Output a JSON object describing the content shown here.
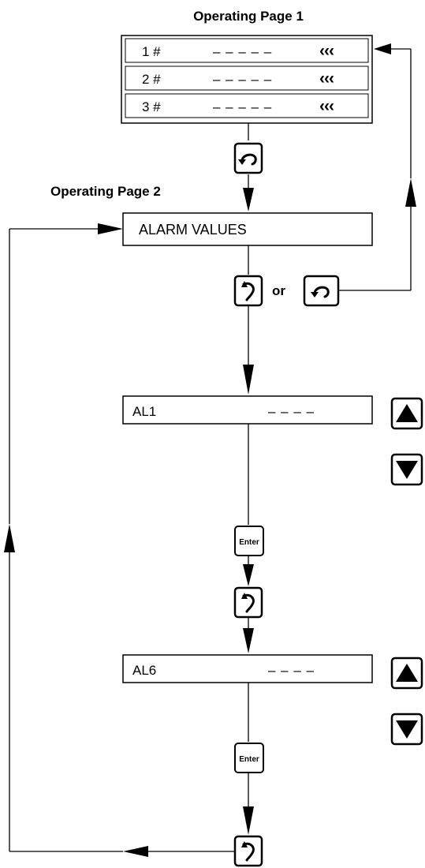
{
  "page1": {
    "title": "Operating Page 1",
    "rows": [
      {
        "id": "1 #",
        "value": "– – – – –",
        "indicator": "‹‹‹"
      },
      {
        "id": "2 #",
        "value": "– – – – –",
        "indicator": "‹‹‹"
      },
      {
        "id": "3 #",
        "value": "– – – – –",
        "indicator": "‹‹‹"
      }
    ]
  },
  "page2": {
    "title": "Operating Page 2",
    "header": "ALARM VALUES",
    "or_text": "or"
  },
  "alarms": [
    {
      "label": "AL1",
      "value": "– – – –"
    },
    {
      "label": "AL6",
      "value": "– – – –"
    }
  ],
  "keys": {
    "enter": "Enter",
    "scroll_icon": "scroll-key-icon",
    "page_icon": "page-key-icon",
    "up_icon": "up-arrow-key-icon",
    "down_icon": "down-arrow-key-icon"
  }
}
